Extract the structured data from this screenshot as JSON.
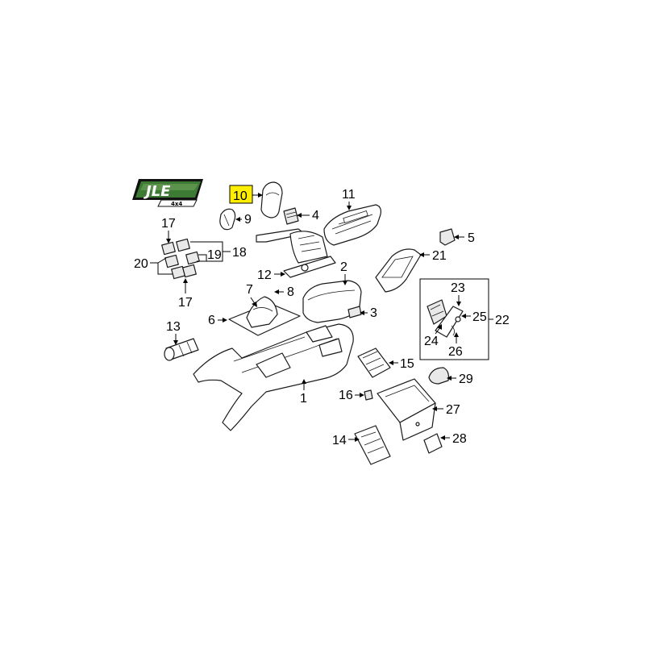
{
  "logo": {
    "brand_text": "JLE",
    "badge_text": "4x4",
    "colors": {
      "green": "#2f6b2a",
      "dark": "#111111"
    }
  },
  "callouts": {
    "c1": "1",
    "c2": "2",
    "c3": "3",
    "c4": "4",
    "c5": "5",
    "c6": "6",
    "c7": "7",
    "c8": "8",
    "c9": "9",
    "c10": "10",
    "c11": "11",
    "c12": "12",
    "c13": "13",
    "c14": "14",
    "c15": "15",
    "c16": "16",
    "c17a": "17",
    "c17b": "17",
    "c18": "18",
    "c19": "19",
    "c20": "20",
    "c21": "21",
    "c22": "22",
    "c23": "23",
    "c24": "24",
    "c25": "25",
    "c26": "26",
    "c27": "27",
    "c28": "28",
    "c29": "29"
  },
  "highlight": {
    "callout": "10",
    "color": "#ffee00"
  }
}
